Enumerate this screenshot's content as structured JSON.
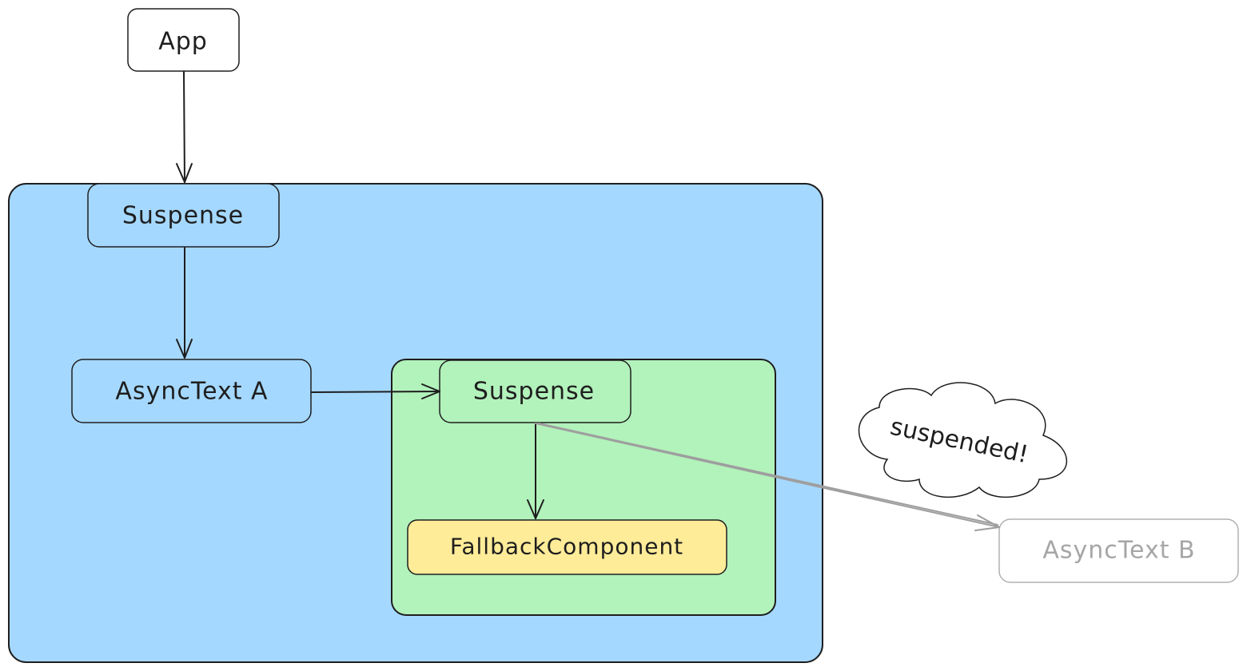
{
  "nodes": {
    "app": "App",
    "suspense_outer": "Suspense",
    "async_text_a": "AsyncText A",
    "suspense_inner": "Suspense",
    "fallback": "FallbackComponent",
    "async_text_b": "AsyncText B"
  },
  "note": "suspended!",
  "colors": {
    "outer_boundary": "#a5d8ff",
    "inner_boundary": "#b2f2bb",
    "fallback": "#ffec99",
    "stroke": "#1e1e1e",
    "faded": "#9e9e9e"
  }
}
